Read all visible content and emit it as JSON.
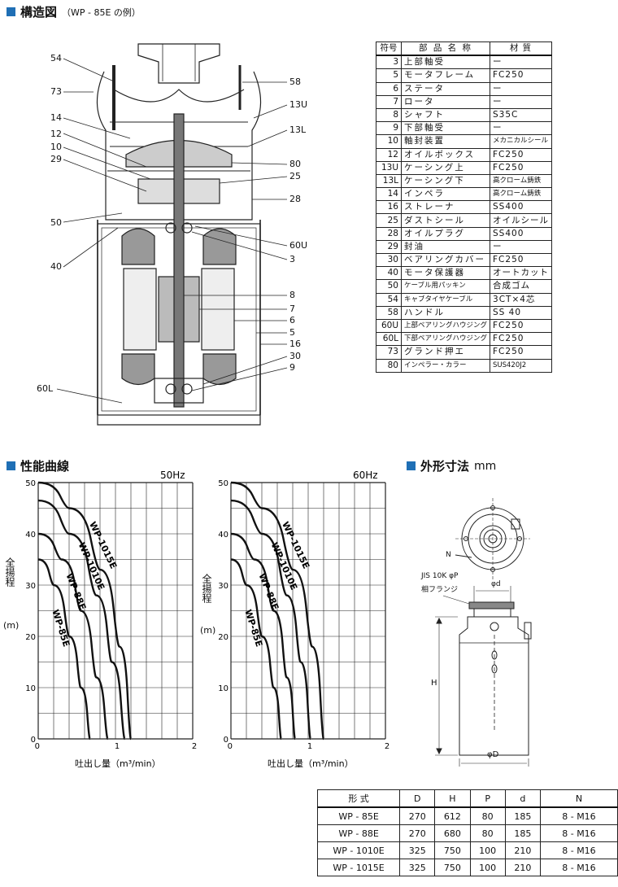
{
  "structure": {
    "title": "構造図",
    "subtitle": "（WP - 85E の例）",
    "callouts_left": [
      "54",
      "73",
      "14",
      "12",
      "10",
      "29",
      "50",
      "40",
      "60L"
    ],
    "callouts_right": [
      "58",
      "13U",
      "13L",
      "80",
      "25",
      "28",
      "60U",
      "3",
      "8",
      "7",
      "6",
      "5",
      "16",
      "30",
      "9"
    ]
  },
  "parts_table": {
    "headers": [
      "符号",
      "部 品 名 称",
      "材 質"
    ],
    "rows": [
      [
        "3",
        "上部軸受",
        "ー"
      ],
      [
        "5",
        "モータフレーム",
        "FC250"
      ],
      [
        "6",
        "ステータ",
        "ー"
      ],
      [
        "7",
        "ロータ",
        "ー"
      ],
      [
        "8",
        "シャフト",
        "S35C"
      ],
      [
        "9",
        "下部軸受",
        "ー"
      ],
      [
        "10",
        "軸封装置",
        "メカニカルシール"
      ],
      [
        "12",
        "オイルボックス",
        "FC250"
      ],
      [
        "13U",
        "ケーシング上",
        "FC250"
      ],
      [
        "13L",
        "ケーシング下",
        "高クローム鋳鉄"
      ],
      [
        "14",
        "インペラ",
        "高クローム鋳鉄"
      ],
      [
        "16",
        "ストレーナ",
        "SS400"
      ],
      [
        "25",
        "ダストシール",
        "オイルシール"
      ],
      [
        "28",
        "オイルプラグ",
        "SS400"
      ],
      [
        "29",
        "封油",
        "ー"
      ],
      [
        "30",
        "ベアリングカバー",
        "FC250"
      ],
      [
        "40",
        "モータ保護器",
        "オートカット"
      ],
      [
        "50",
        "ケーブル用パッキン",
        "合成ゴム"
      ],
      [
        "54",
        "キャブタイヤケーブル",
        "3CT×4芯"
      ],
      [
        "58",
        "ハンドル",
        "SS 40"
      ],
      [
        "60U",
        "上部ベアリングハウジング",
        "FC250"
      ],
      [
        "60L",
        "下部ベアリングハウジング",
        "FC250"
      ],
      [
        "73",
        "グランド押エ",
        "FC250"
      ],
      [
        "80",
        "インペラー・カラー",
        "SUS420J2"
      ]
    ]
  },
  "performance": {
    "title": "性能曲線",
    "ylabel": "全揚程",
    "yunit": "(m)",
    "xlabel": "吐出し量（m³/min）"
  },
  "chart_data": [
    {
      "type": "line",
      "title": "50Hz",
      "xlabel": "吐出し量（m³/min）",
      "ylabel": "全揚程 (m)",
      "xlim": [
        0,
        2
      ],
      "ylim": [
        0,
        50
      ],
      "xticks": [
        "0",
        "1",
        "2"
      ],
      "yticks": [
        "0",
        "10",
        "20",
        "30",
        "40",
        "50"
      ],
      "grid": true,
      "series": [
        {
          "name": "WP-85E",
          "x": [
            0,
            0.2,
            0.4,
            0.55,
            0.67
          ],
          "y": [
            35,
            30,
            20,
            10,
            0
          ]
        },
        {
          "name": "WP-88E",
          "x": [
            0,
            0.3,
            0.55,
            0.75,
            0.9
          ],
          "y": [
            40,
            35,
            25,
            12,
            0
          ]
        },
        {
          "name": "WP-1010E",
          "x": [
            0,
            0.4,
            0.75,
            0.95,
            1.12
          ],
          "y": [
            46.5,
            40,
            28,
            15,
            0
          ]
        },
        {
          "name": "WP-1015E",
          "x": [
            0,
            0.4,
            0.8,
            1.05,
            1.2
          ],
          "y": [
            50,
            45,
            33,
            18,
            0
          ]
        }
      ]
    },
    {
      "type": "line",
      "title": "60Hz",
      "xlabel": "吐出し量（m³/min）",
      "ylabel": "全揚程 (m)",
      "xlim": [
        0,
        2
      ],
      "ylim": [
        0,
        50
      ],
      "xticks": [
        "0",
        "1",
        "2"
      ],
      "yticks": [
        "0",
        "10",
        "20",
        "30",
        "40",
        "50"
      ],
      "grid": true,
      "series": [
        {
          "name": "WP-85E",
          "x": [
            0,
            0.2,
            0.4,
            0.55,
            0.65
          ],
          "y": [
            35,
            30,
            20,
            10,
            0
          ]
        },
        {
          "name": "WP-88E",
          "x": [
            0,
            0.3,
            0.55,
            0.72,
            0.83
          ],
          "y": [
            40,
            35,
            25,
            12,
            0
          ]
        },
        {
          "name": "WP-1010E",
          "x": [
            0,
            0.4,
            0.72,
            0.9,
            1.03
          ],
          "y": [
            46.5,
            40,
            28,
            15,
            0
          ]
        },
        {
          "name": "WP-1015E",
          "x": [
            0,
            0.4,
            0.8,
            1.05,
            1.2
          ],
          "y": [
            50,
            45,
            33,
            18,
            0
          ]
        }
      ]
    }
  ],
  "dims_section": {
    "title": "外形寸法",
    "unit": "mm",
    "label_N": "N",
    "label_flange1": "JIS 10K φP",
    "label_flange2": "相フランジ",
    "label_d": "φd",
    "label_H": "H",
    "label_D": "φD"
  },
  "dims_table": {
    "headers": [
      "形 式",
      "D",
      "H",
      "P",
      "d",
      "N"
    ],
    "rows": [
      [
        "WP - 85E",
        "270",
        "612",
        "80",
        "185",
        "8 - M16"
      ],
      [
        "WP - 88E",
        "270",
        "680",
        "80",
        "185",
        "8 - M16"
      ],
      [
        "WP - 1010E",
        "325",
        "750",
        "100",
        "210",
        "8 - M16"
      ],
      [
        "WP - 1015E",
        "325",
        "750",
        "100",
        "210",
        "8 - M16"
      ]
    ]
  }
}
